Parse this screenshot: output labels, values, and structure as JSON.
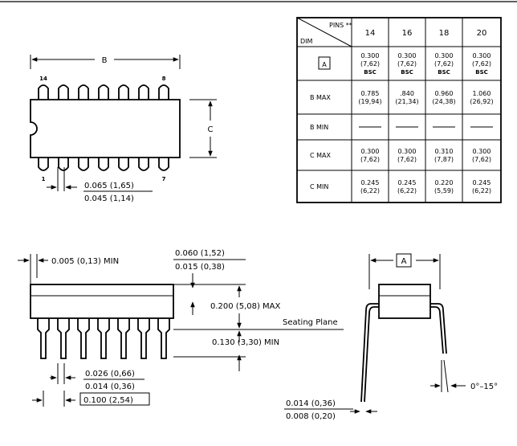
{
  "top_view": {
    "dim_b_label": "B",
    "dim_c_label": "C",
    "pin14_label": "14",
    "pin8_label": "8",
    "pin1_label": "1",
    "pin7_label": "7",
    "pin_width_max": "0.065 (1,65)",
    "pin_width_min": "0.045 (1,14)"
  },
  "table": {
    "header_pins": "PINS **",
    "header_dim": "DIM",
    "columns": [
      "14",
      "16",
      "18",
      "20"
    ],
    "rows": [
      {
        "label": "A",
        "boxed": true,
        "cells": [
          [
            "0.300",
            "(7,62)",
            "BSC"
          ],
          [
            "0.300",
            "(7,62)",
            "BSC"
          ],
          [
            "0.300",
            "(7,62)",
            "BSC"
          ],
          [
            "0.300",
            "(7,62)",
            "BSC"
          ]
        ]
      },
      {
        "label": "B  MAX",
        "boxed": false,
        "cells": [
          [
            "0.785",
            "(19,94)"
          ],
          [
            ".840",
            "(21,34)"
          ],
          [
            "0.960",
            "(24,38)"
          ],
          [
            "1.060",
            "(26,92)"
          ]
        ]
      },
      {
        "label": "B  MIN",
        "boxed": false,
        "cells": [
          [
            "—"
          ],
          [
            "—"
          ],
          [
            "—"
          ],
          [
            "—"
          ]
        ]
      },
      {
        "label": "C  MAX",
        "boxed": false,
        "cells": [
          [
            "0.300",
            "(7,62)"
          ],
          [
            "0.300",
            "(7,62)"
          ],
          [
            "0.310",
            "(7,87)"
          ],
          [
            "0.300",
            "(7,62)"
          ]
        ]
      },
      {
        "label": "C  MIN",
        "boxed": false,
        "cells": [
          [
            "0.245",
            "(6,22)"
          ],
          [
            "0.245",
            "(6,22)"
          ],
          [
            "0.220",
            "(5,59)"
          ],
          [
            "0.245",
            "(6,22)"
          ]
        ]
      }
    ]
  },
  "side_view": {
    "standoff_min": "0.005 (0,13) MIN",
    "shoulder_max": "0.060 (1,52)",
    "shoulder_min": "0.015 (0,38)",
    "height_max": "0.200 (5,08) MAX",
    "seating_plane": "Seating Plane",
    "lead_length_min": "0.130 (3,30) MIN",
    "lead_width_max": "0.026 (0,66)",
    "lead_width_min": "0.014 (0,36)",
    "pitch": "0.100 (2,54)"
  },
  "end_view": {
    "dim_a_label": "A",
    "lead_angle": "0°–15°",
    "lead_thk_max": "0.014 (0,36)",
    "lead_thk_min": "0.008 (0,20)"
  }
}
